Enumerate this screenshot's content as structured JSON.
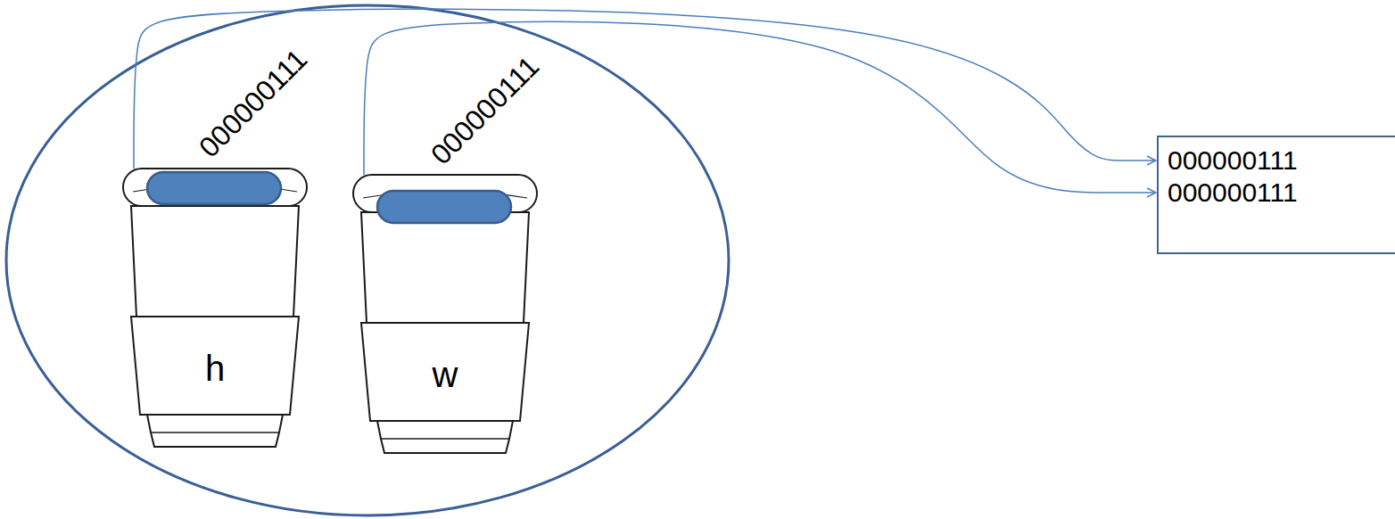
{
  "diagram": {
    "nodes": [
      {
        "text": [
          "h"
        ]
      },
      {
        "text": [
          "w"
        ]
      },
      {
        "text": [
          "000000111",
          "000000111"
        ]
      }
    ],
    "edges": [
      {
        "from": 0,
        "to": 2,
        "arrow": "to"
      },
      {
        "from": 1,
        "to": 2,
        "arrow": "to"
      }
    ],
    "labels": [
      "000000111",
      "000000111"
    ]
  }
}
